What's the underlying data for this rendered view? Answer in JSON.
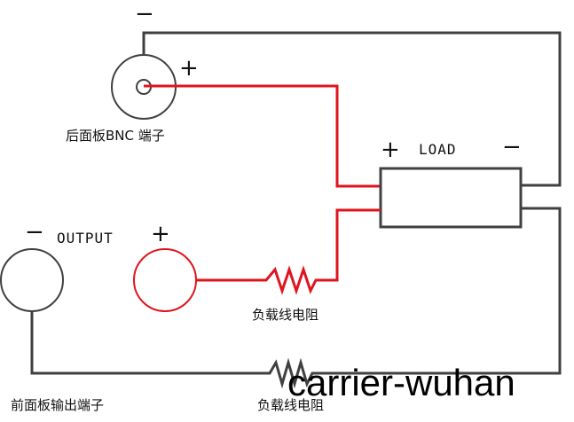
{
  "colors": {
    "wire_dark": "#404040",
    "wire_red": "#e0141e",
    "text": "#111111"
  },
  "labels": {
    "bnc_minus": "−",
    "bnc_plus": "+",
    "bnc_terminal": "后面板BNC 端子",
    "load_plus": "+",
    "load_title": "LOAD",
    "load_minus": "−",
    "output_minus": "−",
    "output_title": "OUTPUT",
    "output_plus": "+",
    "resistor_top": "负载线电阻",
    "front_terminal": "前面板输出端子",
    "resistor_bottom": "负载线电阻",
    "watermark": "carrier-wuhan"
  }
}
